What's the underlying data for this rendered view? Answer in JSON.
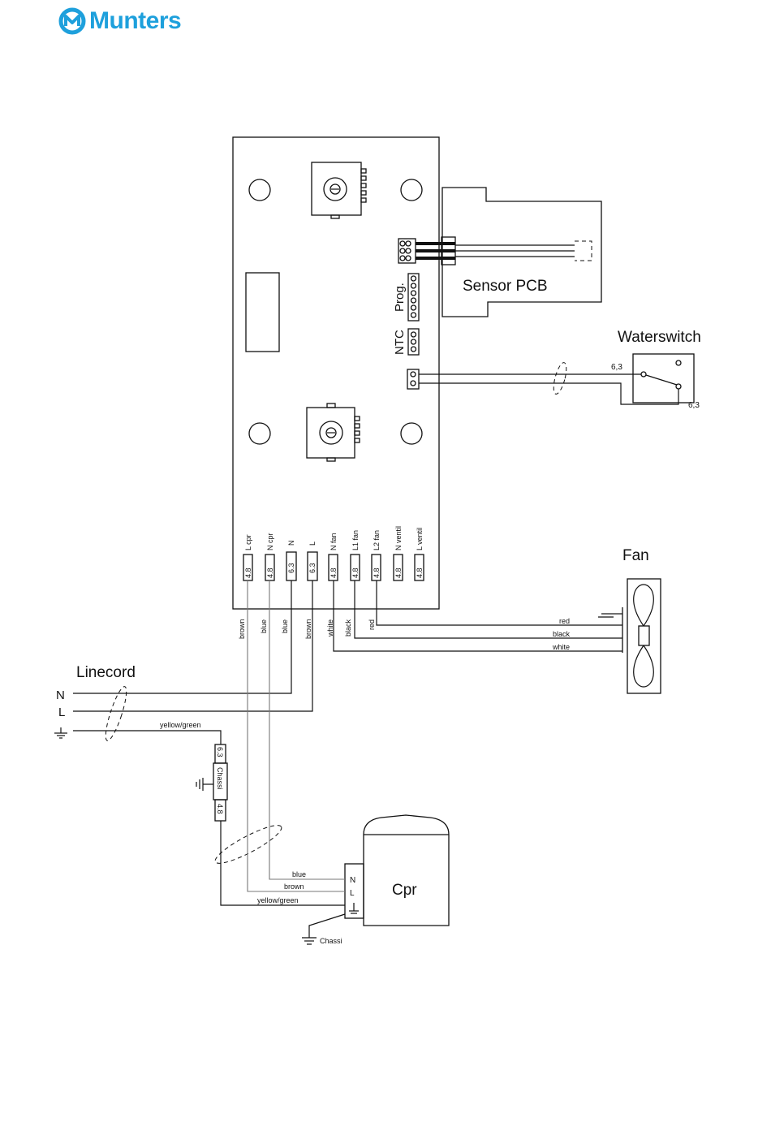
{
  "brand": {
    "name": "Munters",
    "color": "#1ea0dc",
    "logo_icon": "munters-m-icon"
  },
  "pcb": {
    "prog_label": "Prog.",
    "ntc_label": "NTC",
    "terminals": [
      {
        "label": "L cpr",
        "rating": "4.8"
      },
      {
        "label": "N cpr",
        "rating": "4.8"
      },
      {
        "label": "N",
        "rating": "6.3"
      },
      {
        "label": "L",
        "rating": "6.3"
      },
      {
        "label": "N fan",
        "rating": "4.8"
      },
      {
        "label": "L1 fan",
        "rating": "4.8"
      },
      {
        "label": "L2 fan",
        "rating": "4.8"
      },
      {
        "label": "N ventil",
        "rating": "4.8"
      },
      {
        "label": "L ventil",
        "rating": "4.8"
      }
    ],
    "wire_colors": [
      "brown",
      "blue",
      "blue",
      "brown",
      "white",
      "black",
      "red"
    ]
  },
  "sensor_pcb": {
    "label": "Sensor PCB"
  },
  "waterswitch": {
    "label": "Waterswitch",
    "terminal_a": "6,3",
    "terminal_b": "6,3"
  },
  "fan": {
    "label": "Fan",
    "wires": [
      "red",
      "black",
      "white"
    ]
  },
  "linecord": {
    "label": "Linecord",
    "n_label": "N",
    "l_label": "L",
    "ground_wire": "yellow/green"
  },
  "chassis_block": {
    "label": "Chassi",
    "top_rating": "6.3",
    "bottom_rating": "4.8"
  },
  "compressor": {
    "label": "Cpr",
    "terminal_n": "N",
    "terminal_l": "L",
    "wires": [
      "blue",
      "brown",
      "yellow/green"
    ],
    "chassis_label": "Chassi"
  }
}
